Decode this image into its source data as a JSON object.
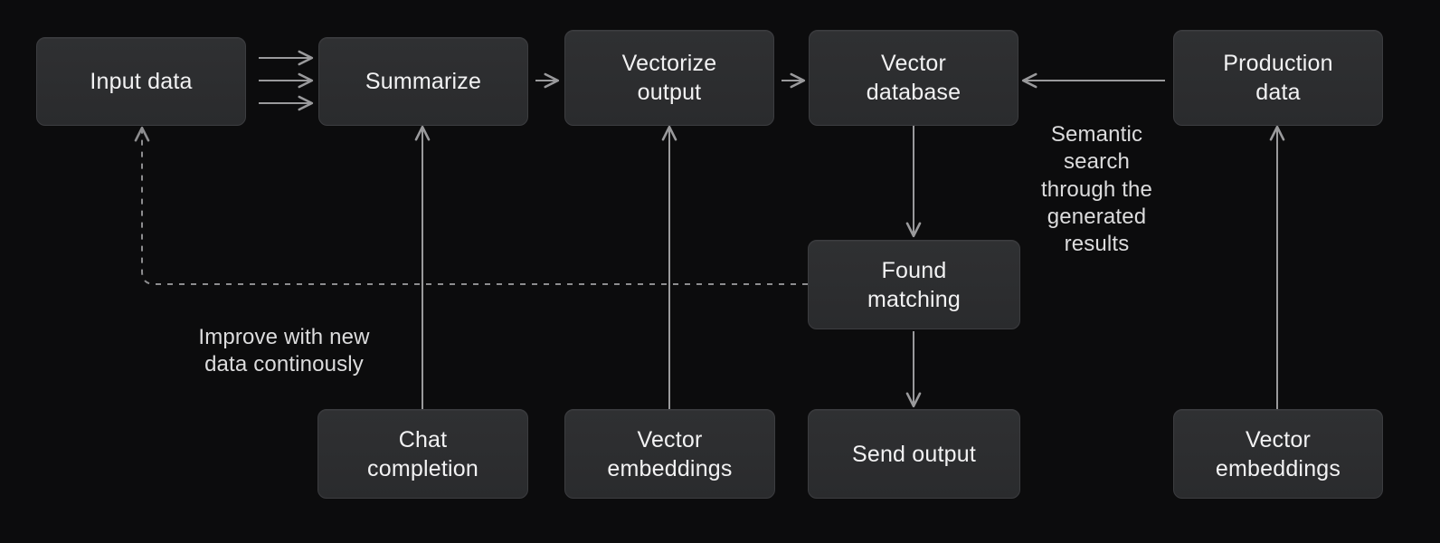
{
  "diagram": {
    "title": "RAG pipeline flow diagram",
    "background_color": "#0c0c0d",
    "node_fill_color": "#2b2c2e",
    "node_border_color": "#3c3d40",
    "text_color": "#f2f2f3",
    "arrow_color": "#9a9a9c",
    "nodes": [
      {
        "id": "input-data",
        "label": "Input data"
      },
      {
        "id": "summarize",
        "label": "Summarize"
      },
      {
        "id": "vectorize-output",
        "label": "Vectorize\noutput"
      },
      {
        "id": "vector-database",
        "label": "Vector\ndatabase"
      },
      {
        "id": "production-data",
        "label": "Production\ndata"
      },
      {
        "id": "found-matching",
        "label": "Found\nmatching"
      },
      {
        "id": "chat-completion",
        "label": "Chat\ncompletion"
      },
      {
        "id": "vector-embeddings-left",
        "label": "Vector\nembeddings"
      },
      {
        "id": "send-output",
        "label": "Send output"
      },
      {
        "id": "vector-embeddings-right",
        "label": "Vector\nembeddings"
      }
    ],
    "edge_labels": [
      {
        "id": "semantic-search-label",
        "text": "Semantic\nsearch\nthrough the\ngenerated\nresults"
      },
      {
        "id": "improve-loop-label",
        "text": "Improve with new\ndata continously"
      }
    ],
    "edges": [
      {
        "id": "input-to-summarize-1",
        "from": "input-data",
        "to": "summarize",
        "style": "solid",
        "direction": "right"
      },
      {
        "id": "input-to-summarize-2",
        "from": "input-data",
        "to": "summarize",
        "style": "solid",
        "direction": "right"
      },
      {
        "id": "input-to-summarize-3",
        "from": "input-data",
        "to": "summarize",
        "style": "solid",
        "direction": "right"
      },
      {
        "id": "summarize-to-vectorize",
        "from": "summarize",
        "to": "vectorize-output",
        "style": "solid",
        "direction": "right"
      },
      {
        "id": "vectorize-to-database",
        "from": "vectorize-output",
        "to": "vector-database",
        "style": "solid",
        "direction": "right"
      },
      {
        "id": "production-to-database",
        "from": "production-data",
        "to": "vector-database",
        "style": "solid",
        "direction": "left"
      },
      {
        "id": "database-to-found",
        "from": "vector-database",
        "to": "found-matching",
        "style": "solid",
        "direction": "down"
      },
      {
        "id": "found-to-send",
        "from": "found-matching",
        "to": "send-output",
        "style": "solid",
        "direction": "down"
      },
      {
        "id": "chat-to-summarize",
        "from": "chat-completion",
        "to": "summarize",
        "style": "solid",
        "direction": "up"
      },
      {
        "id": "embeddings-to-vectorize",
        "from": "vector-embeddings-left",
        "to": "vectorize-output",
        "style": "solid",
        "direction": "up"
      },
      {
        "id": "embeddings-to-production",
        "from": "vector-embeddings-right",
        "to": "production-data",
        "style": "solid",
        "direction": "up"
      },
      {
        "id": "found-to-input-feedback",
        "from": "found-matching",
        "to": "input-data",
        "style": "dashed",
        "direction": "up"
      }
    ]
  }
}
